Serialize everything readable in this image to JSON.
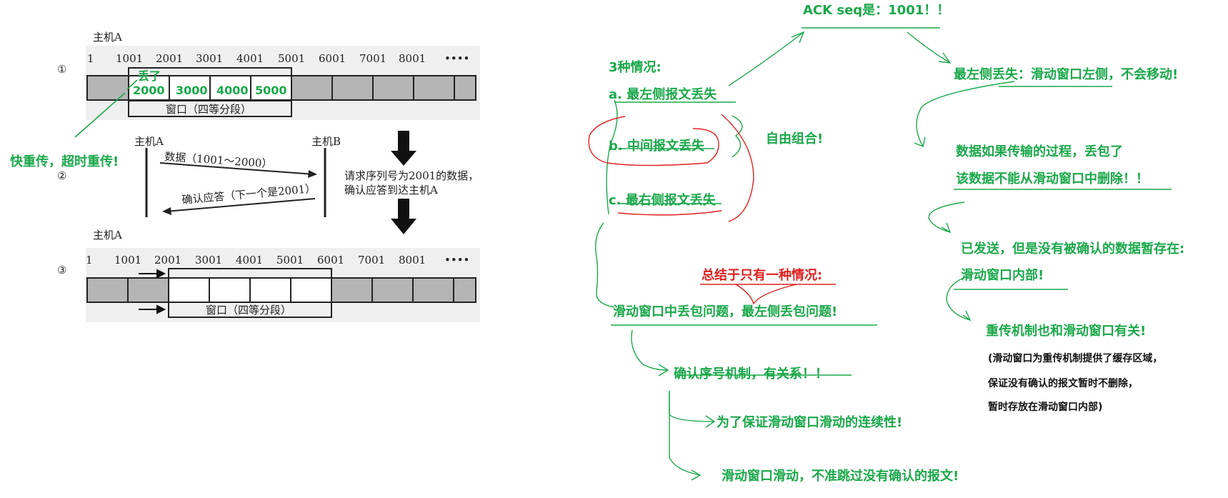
{
  "colors": {
    "green": "#1aa84a",
    "red": "#e02020",
    "gray": "#b3b3b3"
  },
  "figure": {
    "host_a": "主机A",
    "host_b": "主机B",
    "step1": "①",
    "step2": "②",
    "step3": "③",
    "seq_row1": [
      "1",
      "1001",
      "2001",
      "3001",
      "4001",
      "5001",
      "6001",
      "7001",
      "8001",
      "••••"
    ],
    "seq_row3": [
      "1",
      "1001",
      "2001",
      "3001",
      "4001",
      "5001",
      "6001",
      "7001",
      "8001",
      "••••"
    ],
    "window_label": "窗口（四等分段）",
    "lost_label": "丢了",
    "segments": [
      "2000",
      "3000",
      "4000",
      "5000"
    ],
    "data_arrow": "数据（1001～2000）",
    "ack_arrow": "确认应答（下一个是2001）",
    "request_note": [
      "请求序列号为2001的数据，",
      "确认应答到达主机A"
    ]
  },
  "notes": {
    "fast_retrans": "快重传，超时重传!",
    "ack_seq": "ACK seq是：1001！！",
    "three_cases": "3种情况:",
    "case_a": "a. 最左侧报文丢失",
    "case_b": "b. 中间报文丢失",
    "case_c": "c. 最右侧报文丢失",
    "free_combo": "自由组合!",
    "leftmost_lost": "最左侧丢失：滑动窗口左侧，不会移动!",
    "data_lost_1": "数据如果传输的过程，丢包了",
    "data_lost_2": "该数据不能从滑动窗口中删除！！",
    "sent_1": "已发送，但是没有被确认的数据暂存在:",
    "sent_2": "滑动窗口内部!",
    "summary": "总结于只有一种情况:",
    "lost_problem": "滑动窗口中丢包问题，最左侧丢包问题!",
    "retrans_mech": "重传机制也和滑动窗口有关!",
    "paren_1": "(滑动窗口为重传机制提供了缓存区域，",
    "paren_2": "保证没有确认的报文暂时不删除，",
    "paren_3": "暂时存放在滑动窗口内部)",
    "ack_mech": "确认序号机制，有关系！！",
    "continuity": "为了保证滑动窗口滑动的连续性!",
    "no_skip": "滑动窗口滑动，不准跳过没有确认的报文!"
  }
}
